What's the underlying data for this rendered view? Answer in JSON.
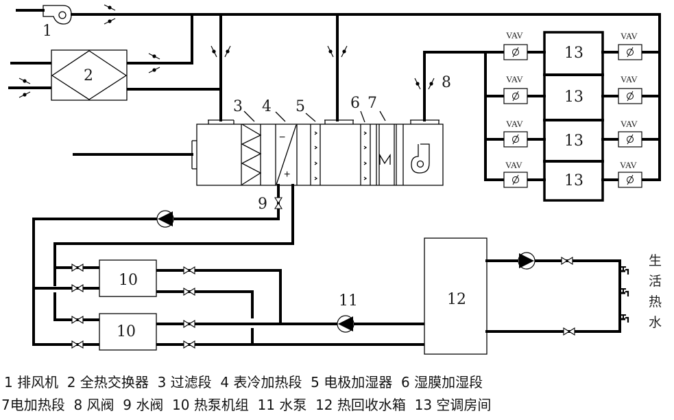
{
  "diagram": {
    "title": "Air-conditioning system with heat pump and heat recovery",
    "component_numbers": {
      "exhaust_fan": "1",
      "heat_exchanger": "2",
      "filter": "3",
      "coil": "4",
      "electrode_humidifier": "5",
      "membrane_humidifier": "6",
      "electric_heater": "7",
      "air_damper": "8",
      "water_valve": "9",
      "heat_pump_a": "10",
      "heat_pump_b": "10",
      "water_pump": "11",
      "heat_recovery_tank": "12",
      "rooms": [
        "13",
        "13",
        "13",
        "13"
      ]
    },
    "coil_signs": {
      "minus": "−",
      "plus": "+"
    },
    "vav_label": "VAV",
    "vav_supply": [
      "VAV",
      "VAV",
      "VAV",
      "VAV"
    ],
    "vav_return": [
      "VAV",
      "VAV",
      "VAV",
      "VAV"
    ],
    "domestic_hot_water": [
      "生",
      "活",
      "热",
      "水"
    ]
  },
  "legend": {
    "line1": [
      {
        "num": "1",
        "label": "排风机"
      },
      {
        "num": "2",
        "label": "全热交换器"
      },
      {
        "num": "3",
        "label": "过滤段"
      },
      {
        "num": "4",
        "label": "表冷加热段"
      },
      {
        "num": "5",
        "label": "电极加湿器"
      },
      {
        "num": "6",
        "label": "湿膜加湿段"
      }
    ],
    "line2": [
      {
        "num": "7",
        "label": "电加热段"
      },
      {
        "num": "8",
        "label": "风阀"
      },
      {
        "num": "9",
        "label": "水阀"
      },
      {
        "num": "10",
        "label": "热泵机组"
      },
      {
        "num": "11",
        "label": "水泵"
      },
      {
        "num": "12",
        "label": "热回收水箱"
      },
      {
        "num": "13",
        "label": "空调房间"
      }
    ],
    "line1_text": "1 排风机  2 全热交换器  3 过滤段  4 表冷加热段  5 电极加湿器  6 湿膜加湿段",
    "line2_text": "7电加热段  8 风阀  9 水阀  10 热泵机组  11 水泵  12 热回收水箱  13 空调房间"
  }
}
